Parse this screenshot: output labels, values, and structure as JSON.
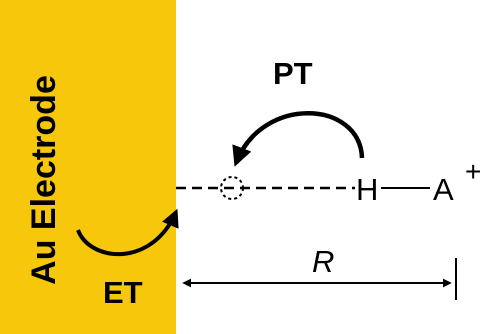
{
  "electrode": {
    "label": "Au Electrode",
    "color": "#F6C70A"
  },
  "labels": {
    "proton_transfer": "PT",
    "electron_transfer": "ET",
    "hydrogen": "H",
    "acid": "A",
    "charge": "+",
    "distance": "R"
  },
  "colors": {
    "ink": "#000000",
    "background": "#FFFFFF"
  }
}
